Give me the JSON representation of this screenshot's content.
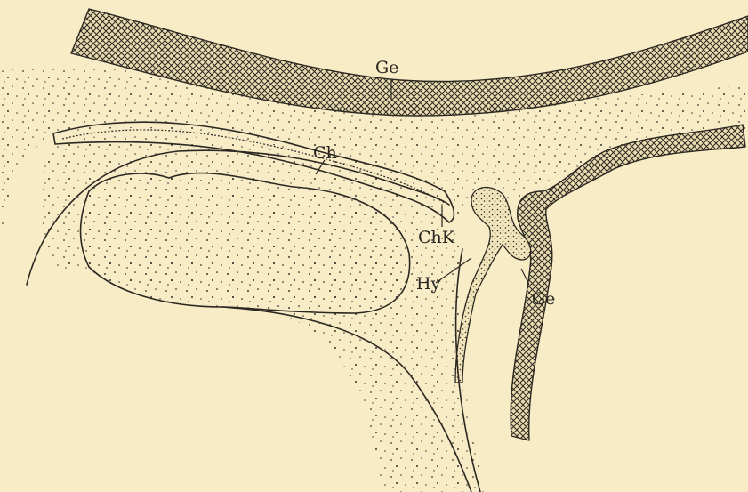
{
  "figure": {
    "background": "#f7ecc6",
    "ink": "#2b2822",
    "labels": {
      "ge_top": "Ge",
      "ch": "Ch",
      "chk": "ChK",
      "hy": "Hy",
      "ge_right": "Ge"
    }
  }
}
